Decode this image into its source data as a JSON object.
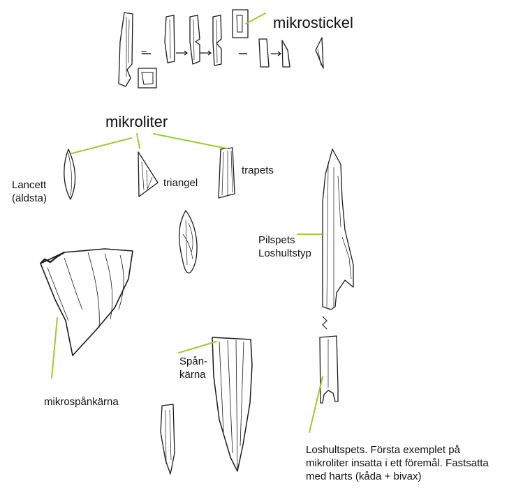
{
  "labels": {
    "mikrostickel": "mikrostickel",
    "mikroliter": "mikroliter",
    "lancett_line1": "Lancett",
    "lancett_line2": "(äldsta)",
    "triangel": "triangel",
    "trapets": "trapets",
    "pilspets_line1": "Pilspets",
    "pilspets_line2": "Loshultstyp",
    "mikrospankarna": "mikrospånkärna",
    "spankarna_line1": "Spån-",
    "spankarna_line2": "kärna",
    "loshult_line1": "Loshultspets. Första exemplet på",
    "loshult_line2": "mikroliter insatta i ett föremål. Fastsatta",
    "loshult_line3": "med harts (kåda + bivax)"
  },
  "symbols": {
    "equals": "="
  },
  "colors": {
    "leader_line": "#9acd32",
    "ink": "#1a1a1a",
    "background": "#ffffff"
  }
}
